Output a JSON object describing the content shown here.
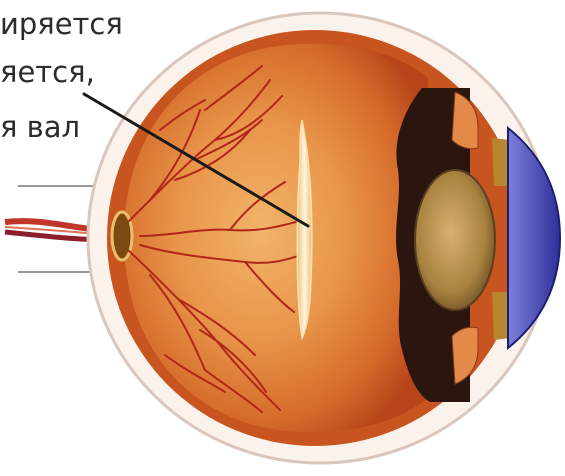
{
  "label": {
    "lines": [
      "иряется",
      "яется,",
      "я вал"
    ]
  },
  "colors": {
    "background": "#ffffff",
    "sclera": "#fbeee8",
    "retina_outer": "#c8551f",
    "retina_inner": "#e8954a",
    "vessels": "#b0271a",
    "tear_highlight": "#fff2dc",
    "iris_dark": "#2a160e",
    "lens": "#b08a50",
    "cornea": "#5a5cc8",
    "pointer_line": "#1a1a1a",
    "text": "#2c2c2c"
  },
  "icons": [
    "eye-cross-section-illustration",
    "optic-nerve-icon",
    "retinal-tear-icon",
    "lens-icon",
    "cornea-icon"
  ]
}
